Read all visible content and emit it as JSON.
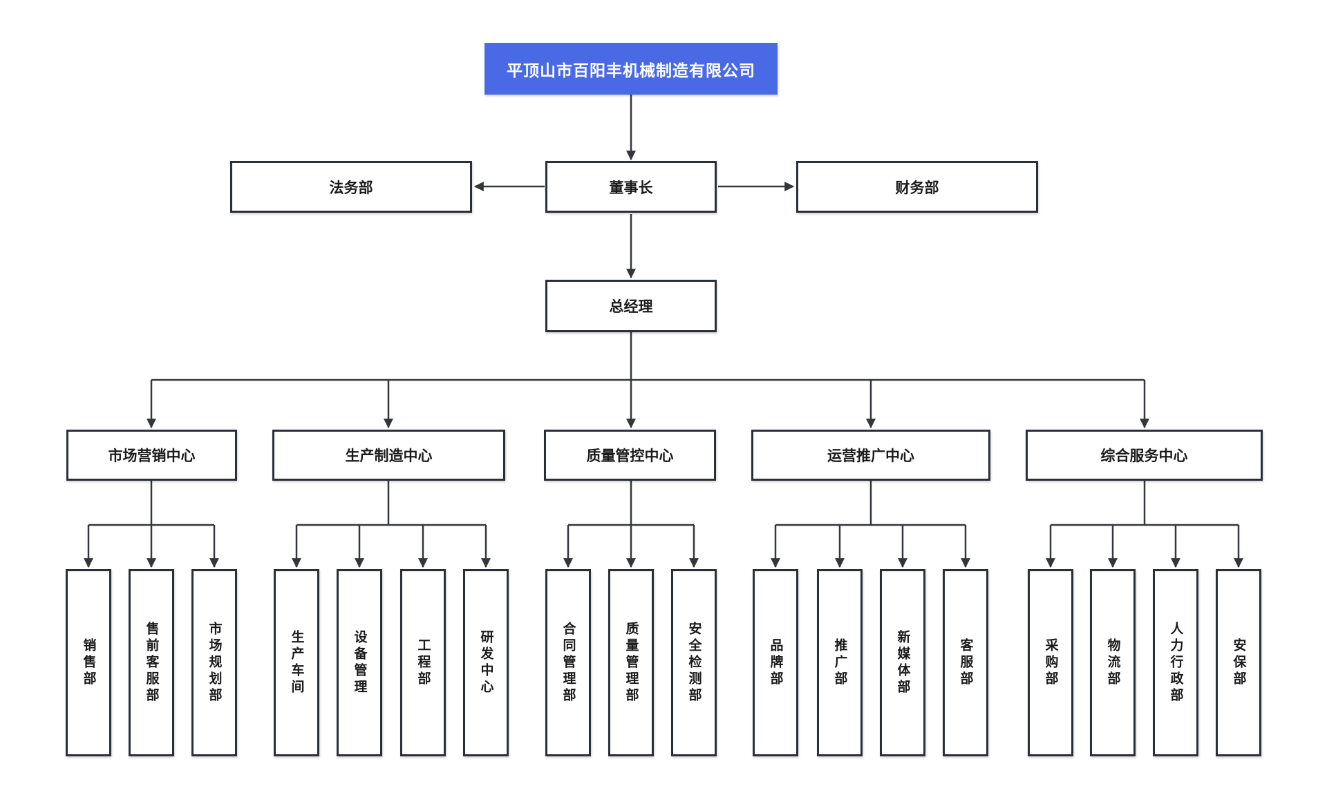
{
  "org_chart": {
    "root": "平顶山市百阳丰机械制造有限公司",
    "chairman": "董事长",
    "legal_dept": "法务部",
    "finance_dept": "财务部",
    "general_manager": "总经理",
    "centers": [
      {
        "label": "市场营销中心",
        "children": [
          "销售部",
          "售前客服部",
          "市场规划部"
        ]
      },
      {
        "label": "生产制造中心",
        "children": [
          "生产车间",
          "设备管理",
          "工程部",
          "研发中心"
        ]
      },
      {
        "label": "质量管控中心",
        "children": [
          "合同管理部",
          "质量管理部",
          "安全检测部"
        ]
      },
      {
        "label": "运营推广中心",
        "children": [
          "品牌部",
          "推广部",
          "新媒体部",
          "客服部"
        ]
      },
      {
        "label": "综合服务中心",
        "children": [
          "采购部",
          "物流部",
          "人力行政部",
          "安保部"
        ]
      }
    ]
  },
  "colors": {
    "accent": "#4a6ae5",
    "line": "#33363a",
    "border": "#2b2f38",
    "text": "#1a1a1a",
    "title_text": "#ffffff",
    "background": "#ffffff"
  }
}
